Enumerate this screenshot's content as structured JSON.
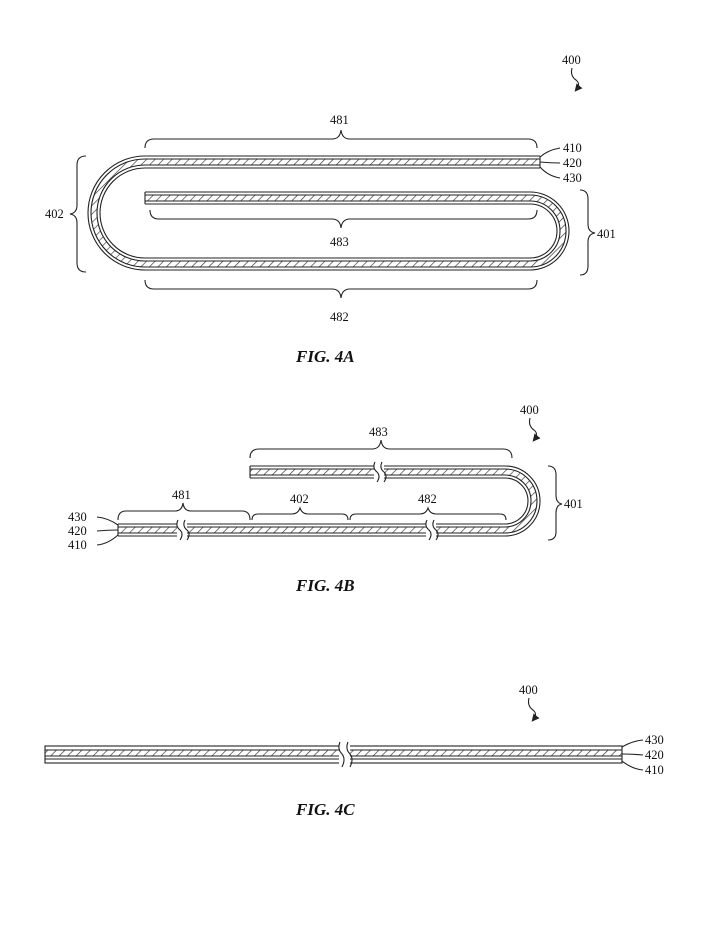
{
  "figures": {
    "a": {
      "caption": "FIG. 4A",
      "labels": {
        "device": "400",
        "upper_span": "481",
        "inner_span": "483",
        "lower_span": "482",
        "bend_left": "402",
        "bend_right": "401",
        "layer_top": "410",
        "layer_mid": "420",
        "layer_bottom": "430"
      }
    },
    "b": {
      "caption": "FIG. 4B",
      "labels": {
        "device": "400",
        "upper_span": "483",
        "left_span": "481",
        "middle_span": "402",
        "right_span": "482",
        "bend_right": "401",
        "layer_top": "430",
        "layer_mid": "420",
        "layer_bottom": "410"
      }
    },
    "c": {
      "caption": "FIG. 4C",
      "labels": {
        "device": "400",
        "layer_top": "430",
        "layer_mid": "420",
        "layer_bottom": "410"
      }
    }
  },
  "colors": {
    "ink": "#222222",
    "paper": "#ffffff"
  }
}
